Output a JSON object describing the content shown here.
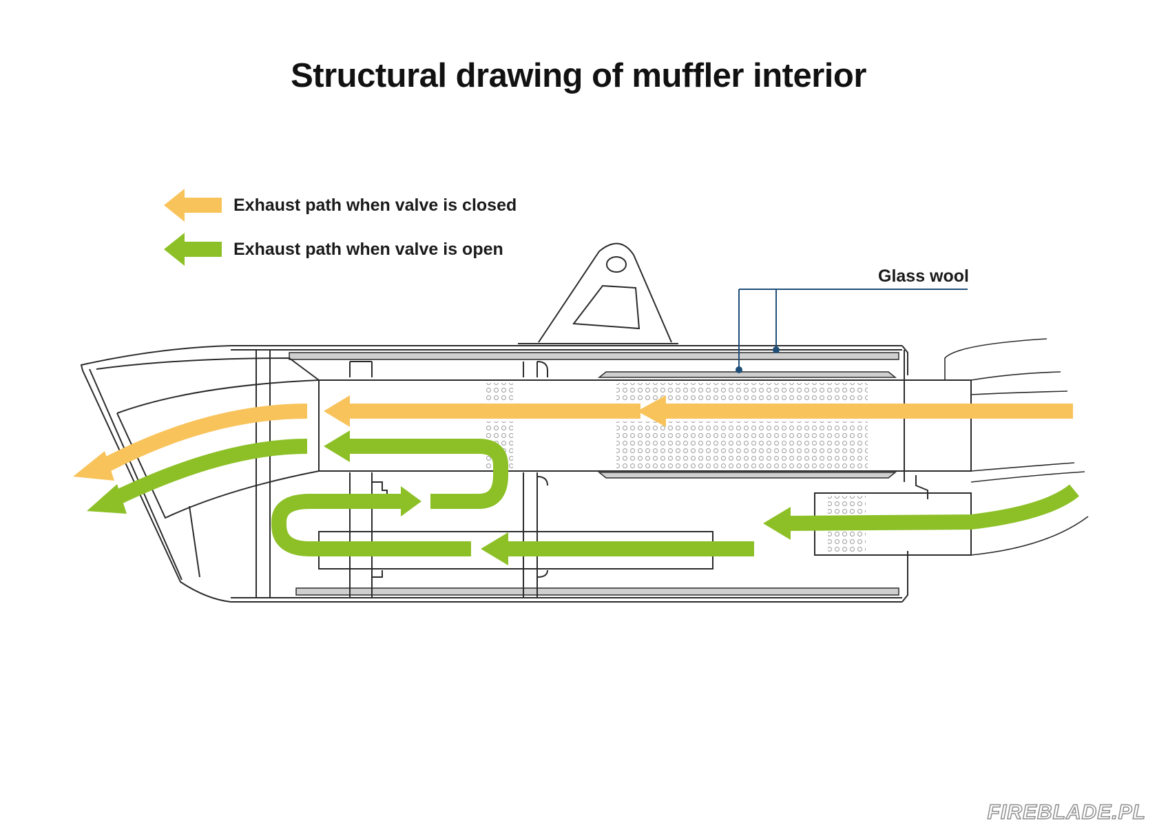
{
  "title": "Structural drawing of muffler interior",
  "legend": {
    "closed": {
      "label": "Exhaust path when valve is closed",
      "color": "#F9C35B"
    },
    "open": {
      "label": "Exhaust path when valve is open",
      "color": "#8DC027"
    }
  },
  "callout": {
    "label": "Glass wool",
    "color": "#1F4E79"
  },
  "watermark": "FIREBLADE.PL",
  "colors": {
    "outline": "#2a2a2a",
    "wool": "#bdbdbd",
    "perforation": "#9a9a9a"
  }
}
